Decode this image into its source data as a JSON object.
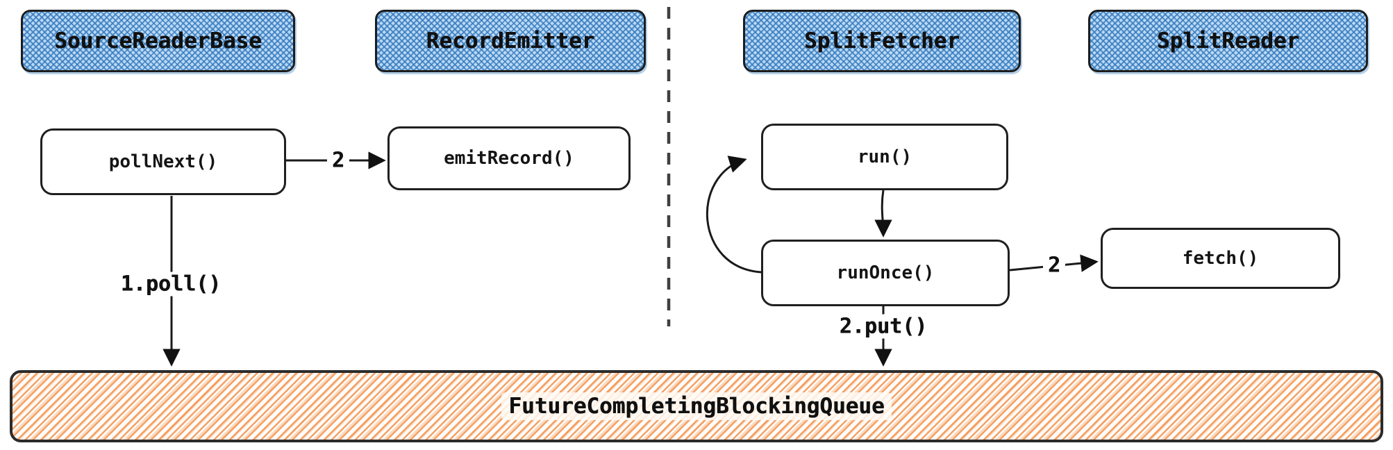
{
  "diagram": {
    "headers": [
      {
        "label": "SourceReaderBase"
      },
      {
        "label": "RecordEmitter"
      },
      {
        "label": "SplitFetcher"
      },
      {
        "label": "SplitReader"
      }
    ],
    "methods": [
      {
        "label": "pollNext()"
      },
      {
        "label": "emitRecord()"
      },
      {
        "label": "run()"
      },
      {
        "label": "runOnce()"
      },
      {
        "label": "fetch()"
      }
    ],
    "edge_labels": {
      "pollnext_to_emitrecord": "2",
      "poll_to_queue": "1.poll()",
      "runonce_to_fetch": "2",
      "put_to_queue": "2.put()"
    },
    "queue": {
      "label": "FutureCompletingBlockingQueue"
    },
    "colors": {
      "class_box_fill": "#78b0e2",
      "class_box_stroke": "#1d1d1d",
      "queue_hatch": "#f2924d",
      "line_stroke": "#1a1a1a",
      "divider": "#3f3f3f"
    }
  }
}
